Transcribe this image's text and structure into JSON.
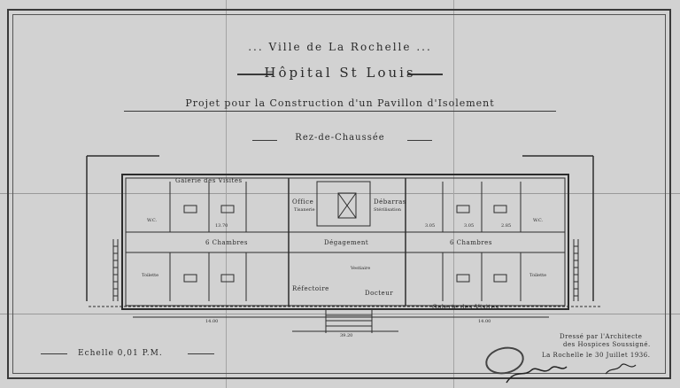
{
  "document": {
    "line1": "... Ville de La Rochelle ...",
    "line2": "Hôpital St Louis",
    "line3": "Projet pour la Construction d'un Pavillon d'Isolement",
    "subtitle": "Rez-de-Chaussée",
    "scale": "Echelle 0,01 P.M.",
    "drawn_by_line1": "Dressé par l'Architecte",
    "drawn_by_line2": "des Hospices Soussigné.",
    "date_line": "La Rochelle le 30 Juillet 1936."
  },
  "plan_labels": {
    "gallery_top": "Galerie des Visites",
    "gallery_bottom": "Galerie des Visites",
    "rooms_left": "6 Chambres",
    "rooms_right": "6 Chambres",
    "office": "Office",
    "office_sub": "Tisanerie",
    "debarras": "Débarras",
    "debarras_sub": "Stérilisation",
    "degagement": "Dégagement",
    "vestiaire": "Vestiaire",
    "refectoire": "Réfectoire",
    "docteur": "Docteur",
    "wc_left": "W.C.",
    "wc_right": "W.C.",
    "toilette_left": "Toilette",
    "toilette_right": "Toilette"
  },
  "dimensions": [
    "14.00",
    "14.00",
    "39.20",
    "13.70",
    "3.05",
    "3.05",
    "2.85"
  ]
}
